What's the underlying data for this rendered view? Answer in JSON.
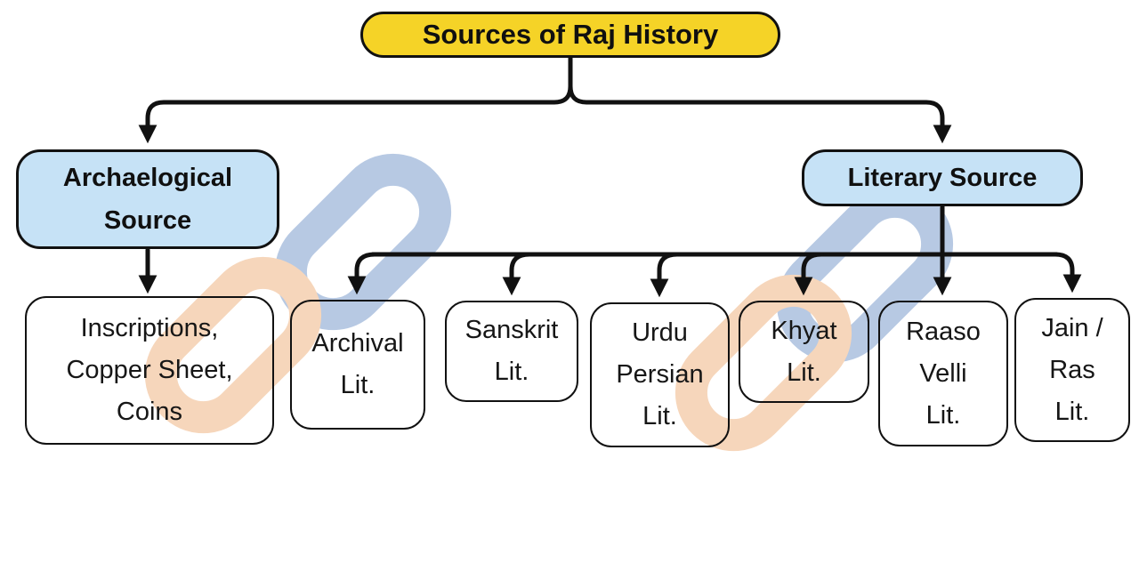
{
  "diagram": {
    "type": "flowchart",
    "root": {
      "label": "Sources of Raj History"
    },
    "nodes": {
      "archaeological": {
        "label": "Archaelogical\nSource"
      },
      "literary": {
        "label": "Literary Source"
      },
      "inscriptions": {
        "label": "Inscriptions,\nCopper Sheet,\nCoins"
      },
      "archival": {
        "label": "Archival\nLit."
      },
      "sanskrit": {
        "label": "Sanskrit\nLit."
      },
      "urdu_persian": {
        "label": "Urdu\nPersian\nLit."
      },
      "khyat": {
        "label": "Khyat\nLit."
      },
      "raaso_velli": {
        "label": "Raaso\nVelli\nLit."
      },
      "jain_ras": {
        "label": "Jain /\nRas\nLit."
      }
    },
    "edges": [
      [
        "Sources of Raj History",
        "Archaelogical Source"
      ],
      [
        "Sources of Raj History",
        "Literary Source"
      ],
      [
        "Archaelogical Source",
        "Inscriptions, Copper Sheet, Coins"
      ],
      [
        "Literary Source",
        "Archival Lit."
      ],
      [
        "Literary Source",
        "Sanskrit Lit."
      ],
      [
        "Literary Source",
        "Urdu Persian Lit."
      ],
      [
        "Literary Source",
        "Khyat Lit."
      ],
      [
        "Literary Source",
        "Raaso Velli Lit."
      ],
      [
        "Literary Source",
        "Jain / Ras Lit."
      ]
    ],
    "colors": {
      "root_fill": "#f5d327",
      "branch_fill": "#c6e2f6",
      "leaf_fill": "transparent",
      "line": "#111111",
      "watermark_blue": "#b7c9e3",
      "watermark_orange": "#f6d6bb"
    },
    "watermark": {
      "name": "chain-link-logo",
      "count": 2
    }
  }
}
